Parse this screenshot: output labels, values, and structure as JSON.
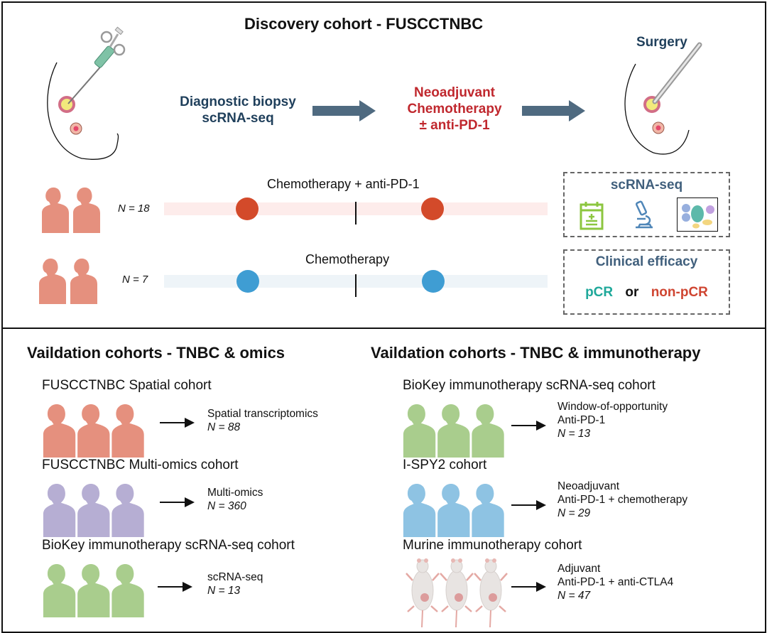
{
  "discovery": {
    "title": "Discovery cohort - FUSCCTNBC",
    "step1": {
      "line1": "Diagnostic biopsy",
      "line2": "scRNA-seq"
    },
    "step2": {
      "line1": "Neoadjuvant",
      "line2": "Chemotherapy",
      "line3": "± anti-PD-1"
    },
    "step3": {
      "label": "Surgery"
    },
    "arms": [
      {
        "label": "Chemotherapy + anti-PD-1",
        "n": "N = 18",
        "dot_color": "#d34a2a",
        "band_color": "#fdeceb"
      },
      {
        "label": "Chemotherapy",
        "n": "N = 7",
        "dot_color": "#3f9dd3",
        "band_color": "#eef4f8"
      }
    ],
    "person_color": "#e5907e",
    "scrna_box": {
      "title": "scRNA-seq",
      "icons": [
        "clipboard-icon",
        "microscope-icon",
        "umap-plot-icon"
      ]
    },
    "efficacy_box": {
      "title": "Clinical efficacy",
      "pcr": "pCR",
      "or": "or",
      "nonpcr": "non-pCR",
      "pcr_color": "#1ea89a",
      "nonpcr_color": "#cf4531"
    }
  },
  "validation_omics": {
    "title": "Vaildation cohorts - TNBC & omics",
    "cohorts": [
      {
        "name": "FUSCCTNBC Spatial cohort",
        "desc": [
          "Spatial transcriptomics"
        ],
        "n": "N = 88",
        "color": "#e5907e"
      },
      {
        "name": "FUSCCTNBC Multi-omics cohort",
        "desc": [
          "Multi-omics"
        ],
        "n": "N = 360",
        "color": "#b6aed3"
      },
      {
        "name": "BioKey immunotherapy scRNA-seq cohort",
        "desc": [
          "scRNA-seq"
        ],
        "n": "N = 13",
        "color": "#a9cd8d"
      }
    ]
  },
  "validation_immuno": {
    "title": "Vaildation cohorts - TNBC & immunotherapy",
    "cohorts": [
      {
        "name": "BioKey immunotherapy scRNA-seq cohort",
        "desc": [
          "Window-of-opportunity",
          "Anti-PD-1"
        ],
        "n": "N = 13",
        "color": "#a9cd8d"
      },
      {
        "name": "I-SPY2 cohort",
        "desc": [
          "Neoadjuvant",
          "Anti-PD-1 + chemotherapy"
        ],
        "n": "N = 29",
        "color": "#8ec3e3"
      },
      {
        "name": "Murine immunotherapy cohort",
        "desc": [
          "Adjuvant",
          "Anti-PD-1 + anti-CTLA4"
        ],
        "n": "N = 47",
        "color": "#e8e4e2"
      }
    ]
  }
}
